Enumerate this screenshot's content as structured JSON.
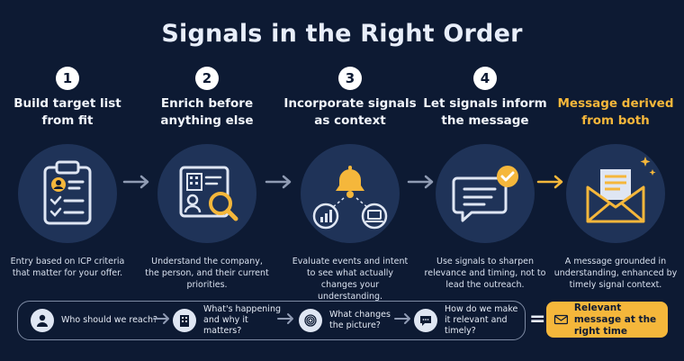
{
  "title": "Signals in the Right Order",
  "steps": [
    {
      "number": "1",
      "title": "Build target list from fit",
      "icon": "clipboard-checklist-icon",
      "description": "Entry based on ICP criteria that matter for your offer."
    },
    {
      "number": "2",
      "title": "Enrich before anything else",
      "icon": "profile-card-search-icon",
      "description": "Understand the company, the person, and their current priorities."
    },
    {
      "number": "3",
      "title": "Incorporate signals as context",
      "icon": "bell-signals-icon",
      "description": "Evaluate events and intent to see what actually changes your understanding."
    },
    {
      "number": "4",
      "title": "Let signals inform the message",
      "icon": "chat-check-icon",
      "description": "Use signals to sharpen relevance and timing, not to lead the outreach."
    },
    {
      "number": "",
      "title": "Message derived from both",
      "icon": "envelope-letter-icon",
      "description": "A message grounded in understanding, enhanced by timely signal context."
    }
  ],
  "questions": [
    {
      "text": "Who should we reach?",
      "icon": "person-icon"
    },
    {
      "text": "What's happening and why it matters?",
      "icon": "building-icon"
    },
    {
      "text": "What changes the picture?",
      "icon": "fingerprint-icon"
    },
    {
      "text": "How do we make it relevant and timely?",
      "icon": "chat-icon"
    }
  ],
  "equals": "=",
  "result": {
    "text": "Relevant message at the right time",
    "icon": "envelope-icon"
  },
  "colors": {
    "background": "#0d1a33",
    "circle": "#1f3358",
    "accent": "#f5b73b",
    "icon": "#dfe6f3"
  }
}
